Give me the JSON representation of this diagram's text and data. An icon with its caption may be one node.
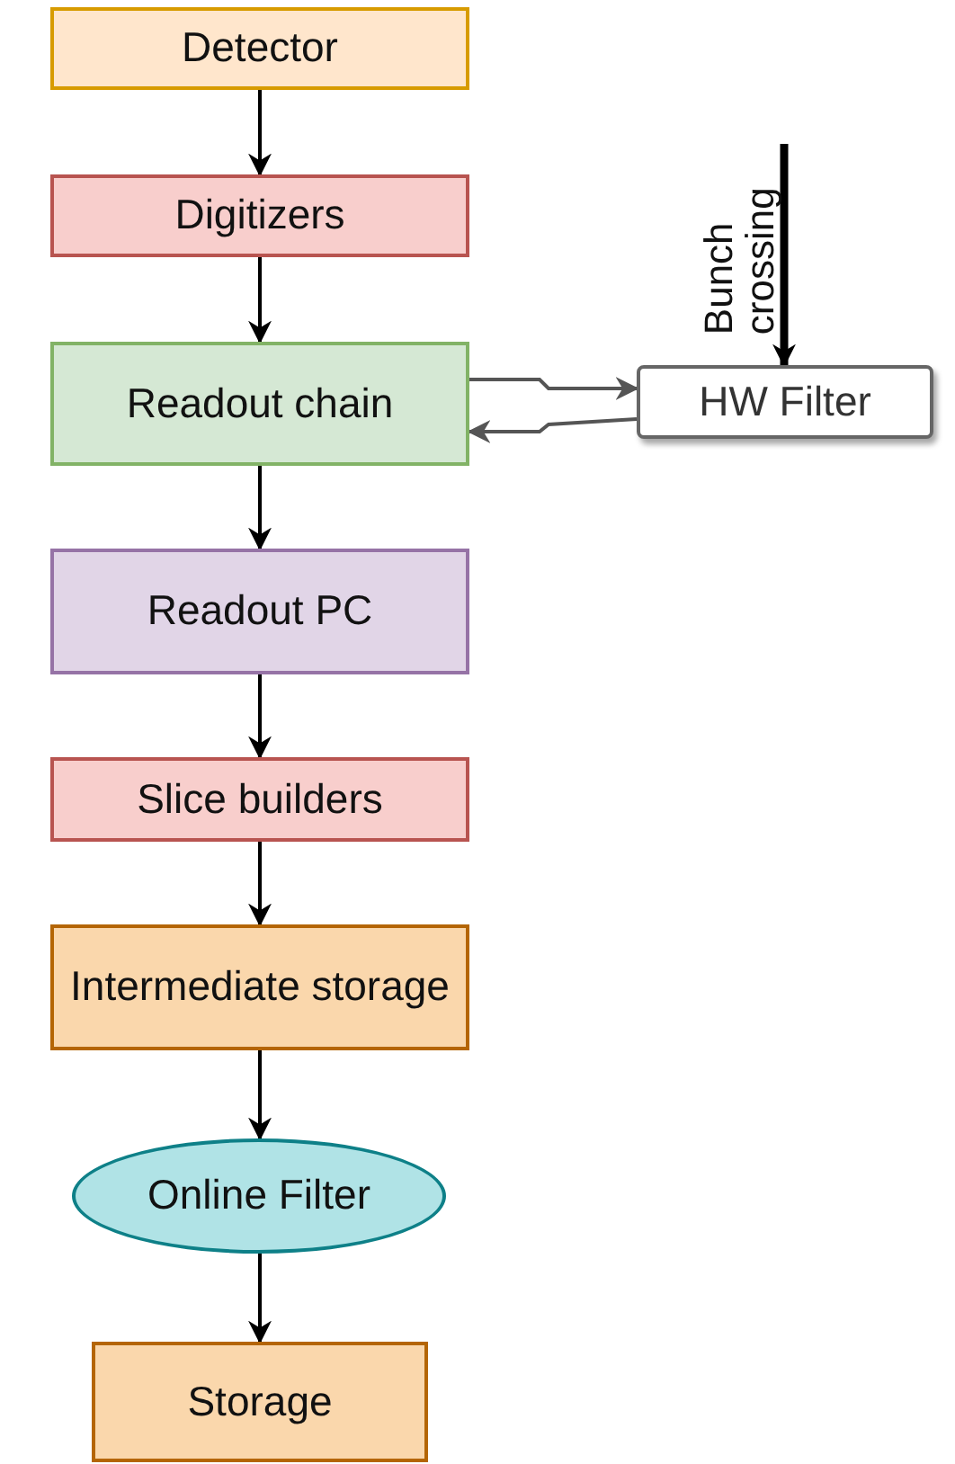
{
  "diagram": {
    "nodes": [
      {
        "text": [
          "Detector"
        ]
      },
      {
        "text": [
          "Digitizers"
        ]
      },
      {
        "text": [
          "Readout chain"
        ]
      },
      {
        "text": [
          "HW Filter"
        ]
      },
      {
        "text": [
          "Readout PC"
        ]
      },
      {
        "text": [
          "Slice builders"
        ]
      },
      {
        "text": [
          "Intermediate storage"
        ]
      },
      {
        "text": [
          "Online Filter"
        ]
      },
      {
        "text": [
          "Storage"
        ]
      }
    ],
    "edges": [
      {
        "from": 0,
        "to": 1,
        "arrow": "to"
      },
      {
        "from": 1,
        "to": 2,
        "arrow": "to"
      },
      {
        "from": null,
        "to": 3,
        "arrow": "to",
        "label": "Bunch crossing",
        "style": "thick"
      },
      {
        "from": 2,
        "to": 3,
        "arrow": "to",
        "color": "#555555"
      },
      {
        "from": 3,
        "to": 2,
        "arrow": "to",
        "color": "#555555"
      },
      {
        "from": 2,
        "to": 4,
        "arrow": "to"
      },
      {
        "from": 4,
        "to": 5,
        "arrow": "to"
      },
      {
        "from": 5,
        "to": 6,
        "arrow": "to"
      },
      {
        "from": 6,
        "to": 7,
        "arrow": "to"
      },
      {
        "from": 7,
        "to": 8,
        "arrow": "to"
      }
    ]
  }
}
